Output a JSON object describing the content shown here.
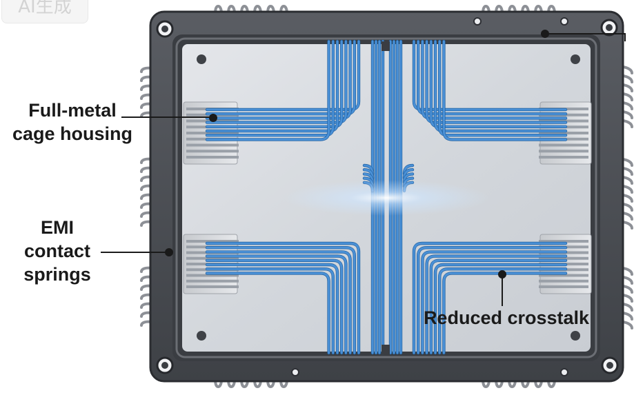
{
  "labels": {
    "cage": [
      "Full-metal",
      "cage housing"
    ],
    "emi": [
      "EMI",
      "contact",
      "springs"
    ],
    "crosstalk": "Reduced crosstalk"
  },
  "watermark": "AI生成",
  "colors": {
    "frame": "#4a4d53",
    "frame_edge": "#2b2d31",
    "board": "#d6d9de",
    "trace": "#4a90d6",
    "spring": "#8d9096",
    "text": "#1a1a1a"
  },
  "icons": {
    "screw_holes": "mounting-hole-icon",
    "springs": "coil-spring-icon"
  }
}
